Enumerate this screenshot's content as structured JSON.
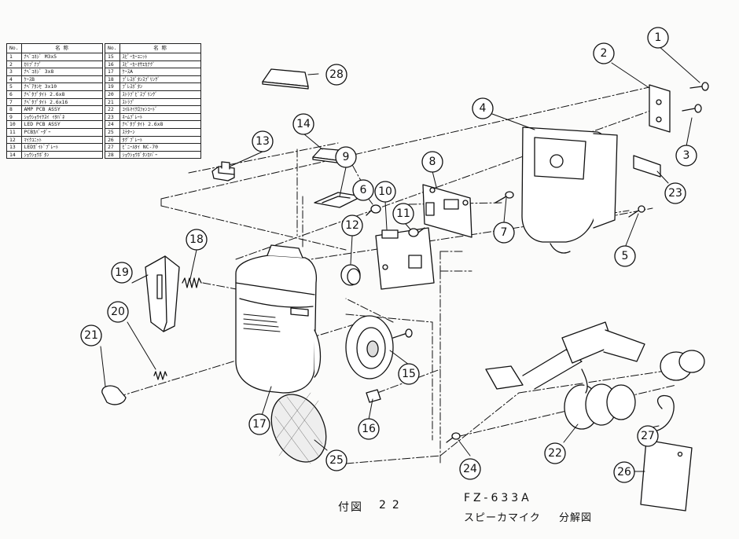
{
  "table": {
    "header_no": "No.",
    "header_name": "名 称",
    "rows_left": [
      {
        "no": "1",
        "name": "ﾅﾍﾞｺﾈｼﾞ M3x5"
      },
      {
        "no": "2",
        "name": "ｶﾘﾌﾟﾅﾌﾟ"
      },
      {
        "no": "3",
        "name": "ﾅﾍﾞｺﾈｼﾞ 3x8"
      },
      {
        "no": "4",
        "name": "ｹｰｽB"
      },
      {
        "no": "5",
        "name": "ﾅﾍﾞｱﾀﾝｾ 3x10"
      },
      {
        "no": "6",
        "name": "ﾅﾍﾞﾀﾌﾟﾀｲﾄ 2.6x8"
      },
      {
        "no": "7",
        "name": "ﾅﾍﾞﾀﾌﾟﾀｲﾄ 2.6x16"
      },
      {
        "no": "8",
        "name": "AMP PCB ASSY"
      },
      {
        "no": "9",
        "name": "ｼｮｳｼｮｳｲｸｽｲ ｲﾀﾊﾞﾈ"
      },
      {
        "no": "10",
        "name": "LED PCB ASSY"
      },
      {
        "no": "11",
        "name": "PCBｶﾊﾞｰﾀﾞｰ"
      },
      {
        "no": "12",
        "name": "ﾏｲｸﾕﾆｯﾄ"
      },
      {
        "no": "13",
        "name": "LEDｶﾞｲﾄﾞﾌﾟﾚｰﾄ"
      },
      {
        "no": "14",
        "name": "ｼｮｳｼｮｳﾎﾞﾀﾝ"
      }
    ],
    "rows_right": [
      {
        "no": "15",
        "name": "ｽﾋﾟｰｶｰﾕﾆｯﾄ"
      },
      {
        "no": "16",
        "name": "ｽﾋﾟｰｶｰｵｻｴｶﾅｸﾞ"
      },
      {
        "no": "17",
        "name": "ｹｰｽA"
      },
      {
        "no": "18",
        "name": "ﾌﾟﾚｽﾎﾞﾀﾝｽﾌﾟﾘﾝｸﾞ"
      },
      {
        "no": "19",
        "name": "ﾌﾟﾚｽﾎﾞﾀﾝ"
      },
      {
        "no": "20",
        "name": "ｽﾄﾗﾌﾟﾋﾞｽﾌﾟﾘﾝｸﾞ"
      },
      {
        "no": "21",
        "name": "ｽﾄﾗﾌﾟ"
      },
      {
        "no": "22",
        "name": "ｺｲﾙﾏｲｸﾛﾌｫﾝｺｰﾄﾞ"
      },
      {
        "no": "23",
        "name": "ﾈｰﾑﾌﾟﾚｰﾄ"
      },
      {
        "no": "24",
        "name": "ﾅﾍﾞﾀﾌﾟﾀｲﾄ 2.6x8"
      },
      {
        "no": "25",
        "name": "ｽﾃﾀｰﾝ"
      },
      {
        "no": "26",
        "name": "ﾀｸﾞﾌﾟﾚｰﾄ"
      },
      {
        "no": "27",
        "name": "ﾋﾞﾆｰﾙﾀｲ NC-70"
      },
      {
        "no": "28",
        "name": "ｼｮｳｼｮｳﾎﾞﾀﾝｶﾊﾞｰ"
      }
    ]
  },
  "callouts": [
    "1",
    "2",
    "3",
    "4",
    "5",
    "6",
    "7",
    "8",
    "9",
    "10",
    "11",
    "12",
    "13",
    "14",
    "15",
    "16",
    "17",
    "18",
    "19",
    "20",
    "21",
    "22",
    "23",
    "24",
    "25",
    "26",
    "27",
    "28"
  ],
  "caption": {
    "figure_label": "付図",
    "figure_number": "22",
    "model": "FZ-633A",
    "subtitle": "スピーカマイク",
    "diagram_type": "分解図"
  },
  "colors": {
    "ink": "#111111",
    "paper": "#fbfbfa"
  }
}
